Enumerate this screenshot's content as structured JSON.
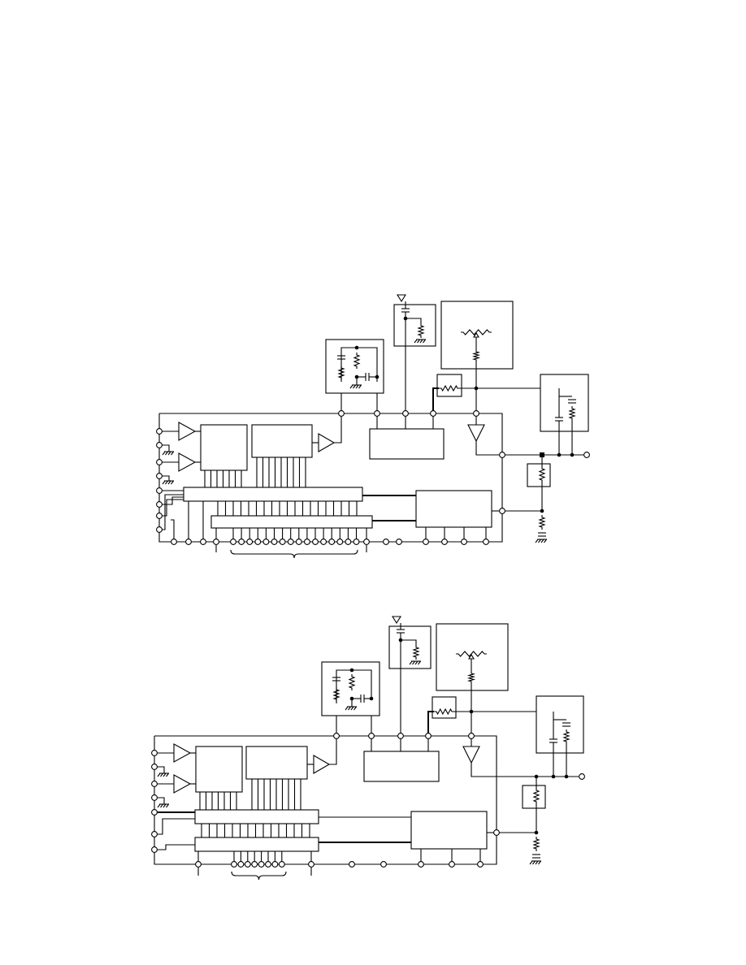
{
  "page": {
    "background": "#ffffff",
    "ink": "#000000"
  },
  "diagrams": [
    {
      "id": "upper-block-diagram",
      "bus_pin_count": 16
    },
    {
      "id": "lower-block-diagram",
      "bus_pin_count": 8
    }
  ]
}
